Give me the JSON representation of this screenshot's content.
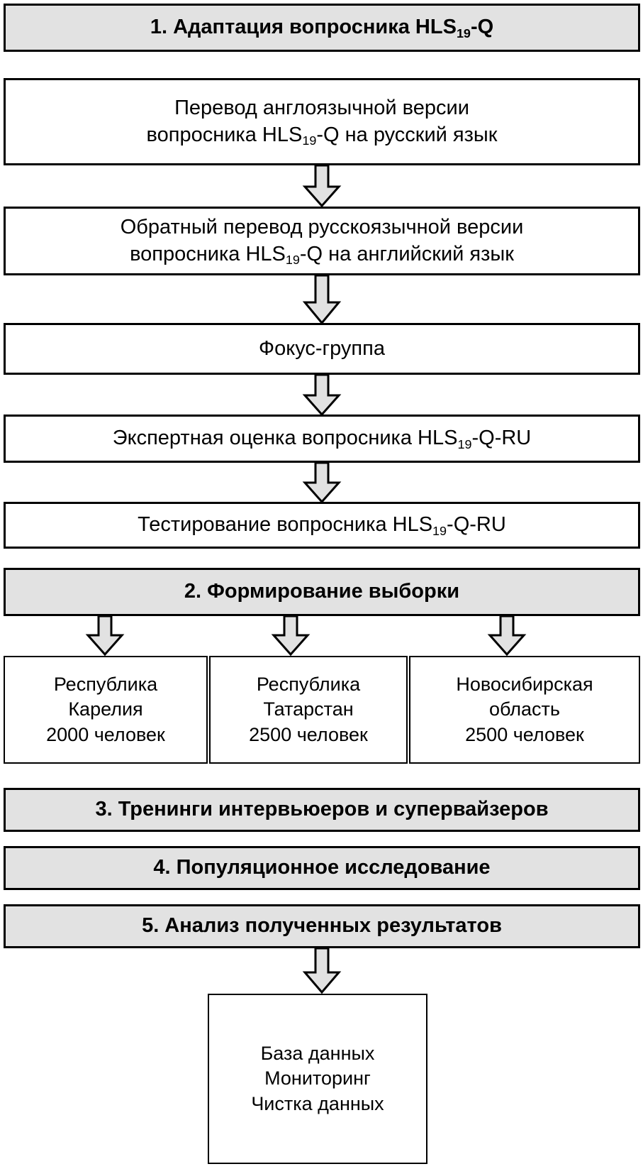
{
  "diagram": {
    "title_semantics": "research-study-flowchart",
    "colors": {
      "shaded_fill": "#e2e2e2",
      "plain_fill": "#ffffff",
      "border": "#000000",
      "arrow_fill": "#e2e2e2",
      "arrow_stroke": "#000000"
    },
    "stages": [
      {
        "id": "stage-1",
        "number": "1.",
        "label": "1. Адаптация вопросника HLS",
        "label_sub": "19",
        "label_tail": "-Q",
        "shaded": true
      },
      {
        "id": "stage-2",
        "number": "2.",
        "label": "2. Формирование выборки",
        "shaded": true
      },
      {
        "id": "stage-3",
        "number": "3.",
        "label": "3. Тренинги интервьюеров и супервайзеров",
        "shaded": true
      },
      {
        "id": "stage-4",
        "number": "4.",
        "label": "4. Популяционное исследование",
        "shaded": true
      },
      {
        "id": "stage-5",
        "number": "5.",
        "label": "5. Анализ полученных результатов",
        "shaded": true
      }
    ],
    "adaptation_steps": [
      {
        "id": "step-translate-en-ru",
        "line1": "Перевод англоязычной версии",
        "line2_pre": "вопросника HLS",
        "line2_sub": "19",
        "line2_post": "-Q на русский язык"
      },
      {
        "id": "step-back-translate-ru-en",
        "line1": "Обратный перевод русскоязычной версии",
        "line2_pre": "вопросника HLS",
        "line2_sub": "19",
        "line2_post": "-Q на английский язык"
      },
      {
        "id": "step-focus-group",
        "line1": "Фокус-группа"
      },
      {
        "id": "step-expert-review",
        "line1_pre": "Экспертная оценка вопросника HLS",
        "line1_sub": "19",
        "line1_post": "-Q-RU"
      },
      {
        "id": "step-testing",
        "line1_pre": "Тестирование вопросника HLS",
        "line1_sub": "19",
        "line1_post": "-Q-RU"
      }
    ],
    "regions": [
      {
        "id": "region-kareliya",
        "line1": "Республика",
        "line2": "Карелия",
        "line3": "2000 человек"
      },
      {
        "id": "region-tatarstan",
        "line1": "Республика",
        "line2": "Татарстан",
        "line3": "2500 человек"
      },
      {
        "id": "region-novosibirsk",
        "line1": "Новосибирская",
        "line2": "область",
        "line3": "2500 человек"
      }
    ],
    "database": {
      "id": "database-node",
      "line1": "База данных",
      "line2": "Мониторинг",
      "line3": "Чистка данных"
    },
    "arrows": [
      {
        "id": "arrow-translate-to-back",
        "direction": "down"
      },
      {
        "id": "arrow-back-to-focus",
        "direction": "down"
      },
      {
        "id": "arrow-focus-to-expert",
        "direction": "down"
      },
      {
        "id": "arrow-expert-to-testing",
        "direction": "down"
      },
      {
        "id": "arrow-sampling-to-kareliya",
        "direction": "down"
      },
      {
        "id": "arrow-sampling-to-tatarstan",
        "direction": "down"
      },
      {
        "id": "arrow-sampling-to-novosibirsk",
        "direction": "down"
      },
      {
        "id": "arrow-analysis-to-database",
        "direction": "down"
      }
    ]
  }
}
